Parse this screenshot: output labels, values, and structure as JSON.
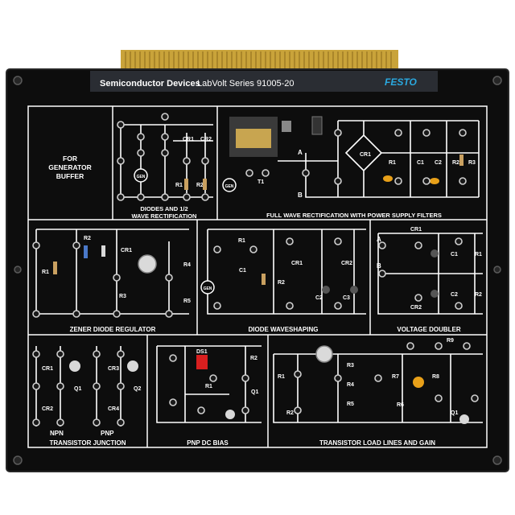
{
  "header": {
    "brand": "Semiconductor Devices",
    "series": "LabVolt Series 91005-20",
    "logo": "FESTO"
  },
  "panels": [
    {
      "title": "FOR GENERATOR BUFFER"
    },
    {
      "title": "DIODES AND 1/2 WAVE RECTIFICATION"
    },
    {
      "title": "FULL WAVE RECTIFICATION WITH POWER SUPPLY FILTERS"
    },
    {
      "title": "ZENER DIODE REGULATOR"
    },
    {
      "title": "DIODE WAVESHAPING"
    },
    {
      "title": "VOLTAGE DOUBLER"
    },
    {
      "title": "TRANSISTOR JUNCTION"
    },
    {
      "title": "PNP DC BIAS"
    },
    {
      "title": "TRANSISTOR LOAD LINES AND GAIN"
    }
  ],
  "labels": {
    "gen": "GEN",
    "cr1": "CR1",
    "cr2": "CR2",
    "cr3": "CR3",
    "cr4": "CR4",
    "r1": "R1",
    "r2": "R2",
    "r3": "R3",
    "r4": "R4",
    "r5": "R5",
    "r6": "R6",
    "r7": "R7",
    "r8": "R8",
    "r9": "R9",
    "c1": "C1",
    "c2": "C2",
    "c3": "C3",
    "t1": "T1",
    "q1": "Q1",
    "q2": "Q2",
    "ds1": "DS1",
    "npn": "NPN",
    "pnp": "PNP",
    "a": "A",
    "b": "B"
  },
  "colors": {
    "panel": "#0d0d0d",
    "edge": "#262626",
    "connector": "#c9a33a",
    "header_bar": "#2a2d33",
    "accent_blue": "#2aa9e0",
    "led_red": "#d81f1f",
    "cap_yellow": "#e8a019"
  }
}
